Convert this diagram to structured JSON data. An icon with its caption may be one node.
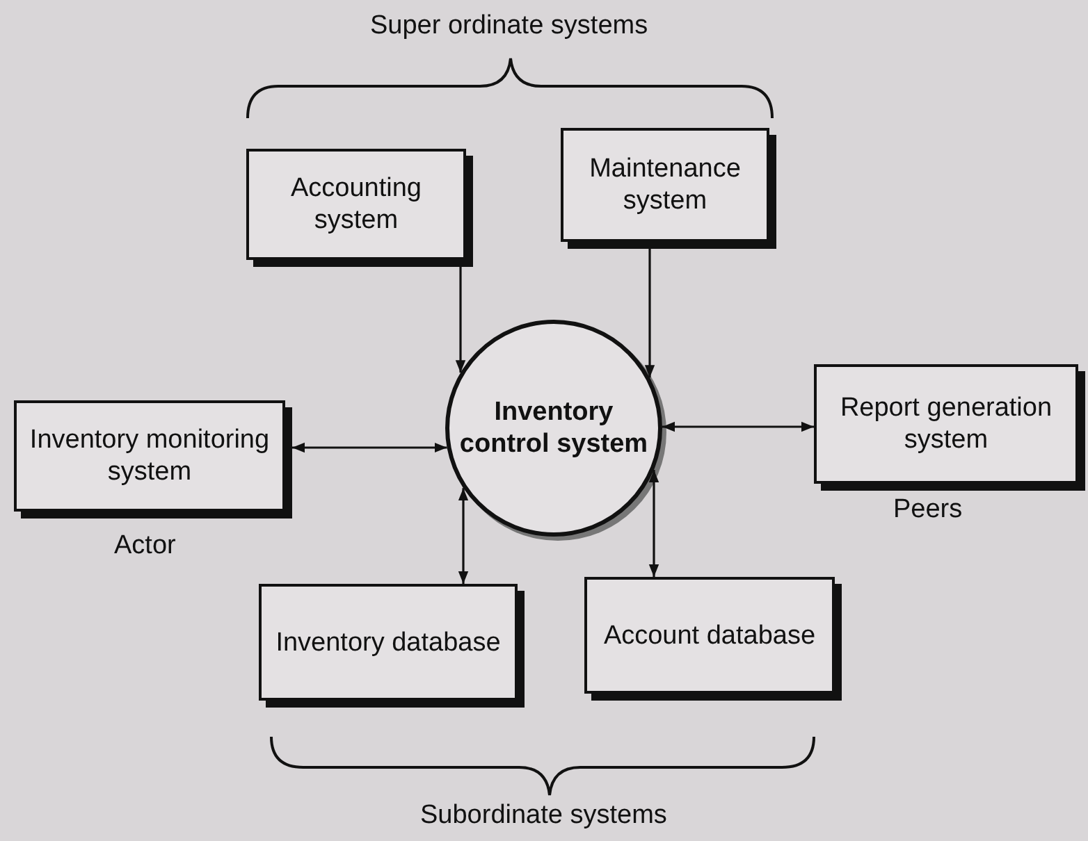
{
  "diagram": {
    "nodes": [
      {
        "text": [
          "Accounting system"
        ]
      },
      {
        "text": [
          "Maintenance system"
        ]
      },
      {
        "text": [
          "Inventory monitoring system"
        ],
        "beside": [
          "Actor"
        ]
      },
      {
        "text": [
          "Inventory control system"
        ]
      },
      {
        "text": [
          "Report generation system"
        ],
        "beside": [
          "Peers"
        ]
      },
      {
        "text": [
          "Inventory database"
        ]
      },
      {
        "text": [
          "Account database"
        ]
      }
    ],
    "edges": [
      {
        "from": 0,
        "to": 3,
        "arrow": "to"
      },
      {
        "from": 1,
        "to": 3,
        "arrow": "to"
      },
      {
        "from": 3,
        "to": 2,
        "arrow": "both"
      },
      {
        "from": 3,
        "to": 4,
        "arrow": "both"
      },
      {
        "from": 3,
        "to": 5,
        "arrow": "both"
      },
      {
        "from": 3,
        "to": 6,
        "arrow": "both"
      }
    ],
    "labels": [
      "Super ordinate systems",
      "Subordinate systems"
    ]
  }
}
